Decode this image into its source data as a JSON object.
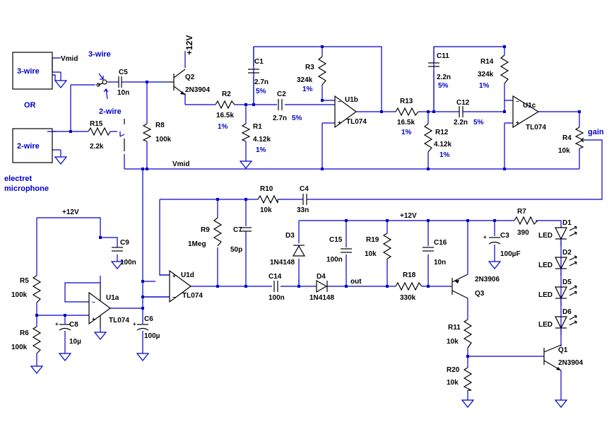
{
  "blocks": {
    "three_wire": "3-wire",
    "two_wire": "2-wire",
    "or": "OR",
    "electret1": "electret",
    "electret2": "microphone",
    "switch_3wire": "3-wire",
    "switch_2wire": "2-wire",
    "gain": "gain"
  },
  "nets": {
    "vmid_top": "Vmid",
    "vmid_bus": "Vmid",
    "p12_q2": "+12V",
    "p12_u1a": "+12V",
    "p12_led": "+12V",
    "out": "out"
  },
  "parts": {
    "C5": [
      "C5",
      "10n"
    ],
    "Q2": [
      "Q2",
      "2N3904"
    ],
    "R8": [
      "R8",
      "100k"
    ],
    "R15": [
      "R15",
      "2.2k"
    ],
    "R2": [
      "R2",
      "16.5k",
      "1%"
    ],
    "R1": [
      "R1",
      "4.12k",
      "1%"
    ],
    "C1": [
      "C1",
      "2.7n",
      "5%"
    ],
    "C2": [
      "C2",
      "2.7n",
      "5%"
    ],
    "R3": [
      "R3",
      "324k",
      "1%"
    ],
    "U1b": [
      "U1b",
      "TL074"
    ],
    "R13": [
      "R13",
      "16.5k",
      "1%"
    ],
    "R12": [
      "R12",
      "4.12k",
      "1%"
    ],
    "C11": [
      "C11",
      "2.2n",
      "5%"
    ],
    "C12": [
      "C12",
      "2.2n",
      "5%"
    ],
    "R14": [
      "R14",
      "324k",
      "1%"
    ],
    "U1c": [
      "U1c",
      "TL074"
    ],
    "R4": [
      "R4",
      "10k"
    ],
    "R10": [
      "R10",
      "10k"
    ],
    "C4": [
      "C4",
      "33n"
    ],
    "R9": [
      "R9",
      "1Meg"
    ],
    "C7": [
      "C7",
      "50p"
    ],
    "U1d": [
      "U1d",
      "TL074"
    ],
    "C14": [
      "C14",
      "100n"
    ],
    "D3": [
      "D3",
      "1N4148"
    ],
    "D4": [
      "D4",
      "1N4148"
    ],
    "C15": [
      "C15",
      "100n"
    ],
    "R19": [
      "R19",
      "10k"
    ],
    "C16": [
      "C16",
      "10n"
    ],
    "R18": [
      "R18",
      "330k"
    ],
    "Q3": [
      "Q3",
      "2N3906"
    ],
    "R7": [
      "R7",
      "390"
    ],
    "C3": [
      "C3",
      "100µF"
    ],
    "R11": [
      "R11",
      "10k"
    ],
    "R20": [
      "R20",
      "10k"
    ],
    "Q1": [
      "Q1",
      "2N3904"
    ],
    "C9": [
      "C9",
      "100n"
    ],
    "R5": [
      "R5",
      "100k"
    ],
    "R6": [
      "R6",
      "100k"
    ],
    "U1a": [
      "U1a",
      "TL074"
    ],
    "C8": [
      "C8",
      "10µ"
    ],
    "C6": [
      "C6",
      "100µ"
    ],
    "D1": [
      "D1",
      "LED"
    ],
    "D2": [
      "D2",
      "LED"
    ],
    "D5": [
      "D5",
      "LED"
    ],
    "D6": [
      "D6",
      "LED"
    ]
  },
  "pins": {
    "plus": "+",
    "minus": "−"
  },
  "colors": {
    "wire": "#0000cc",
    "component": "#000000",
    "label": "#000000",
    "annotation": "#0000cc"
  }
}
